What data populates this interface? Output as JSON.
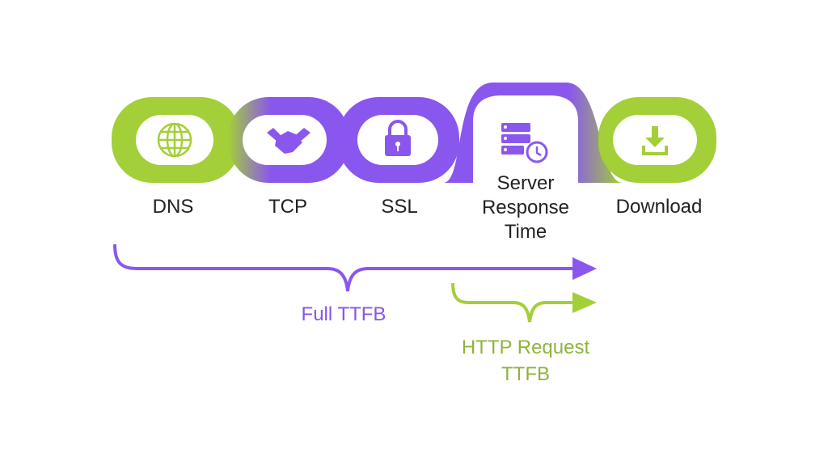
{
  "colors": {
    "green": "#a3cf38",
    "purple": "#8a57ee",
    "purple_text": "#8a55e6",
    "green_text": "#8fb43c"
  },
  "stages": [
    {
      "label": "DNS",
      "icon": "globe-icon",
      "color": "green"
    },
    {
      "label": "TCP",
      "icon": "handshake-icon",
      "color": "purple"
    },
    {
      "label": "SSL",
      "icon": "lock-icon",
      "color": "purple"
    },
    {
      "label_lines": [
        "Server",
        "Response",
        "Time"
      ],
      "icon": "server-clock-icon",
      "color": "purple"
    },
    {
      "label": "Download",
      "icon": "download-icon",
      "color": "green"
    }
  ],
  "spans": {
    "full": {
      "label": "Full TTFB"
    },
    "http": {
      "label_lines": [
        "HTTP Request",
        "TTFB"
      ]
    }
  }
}
